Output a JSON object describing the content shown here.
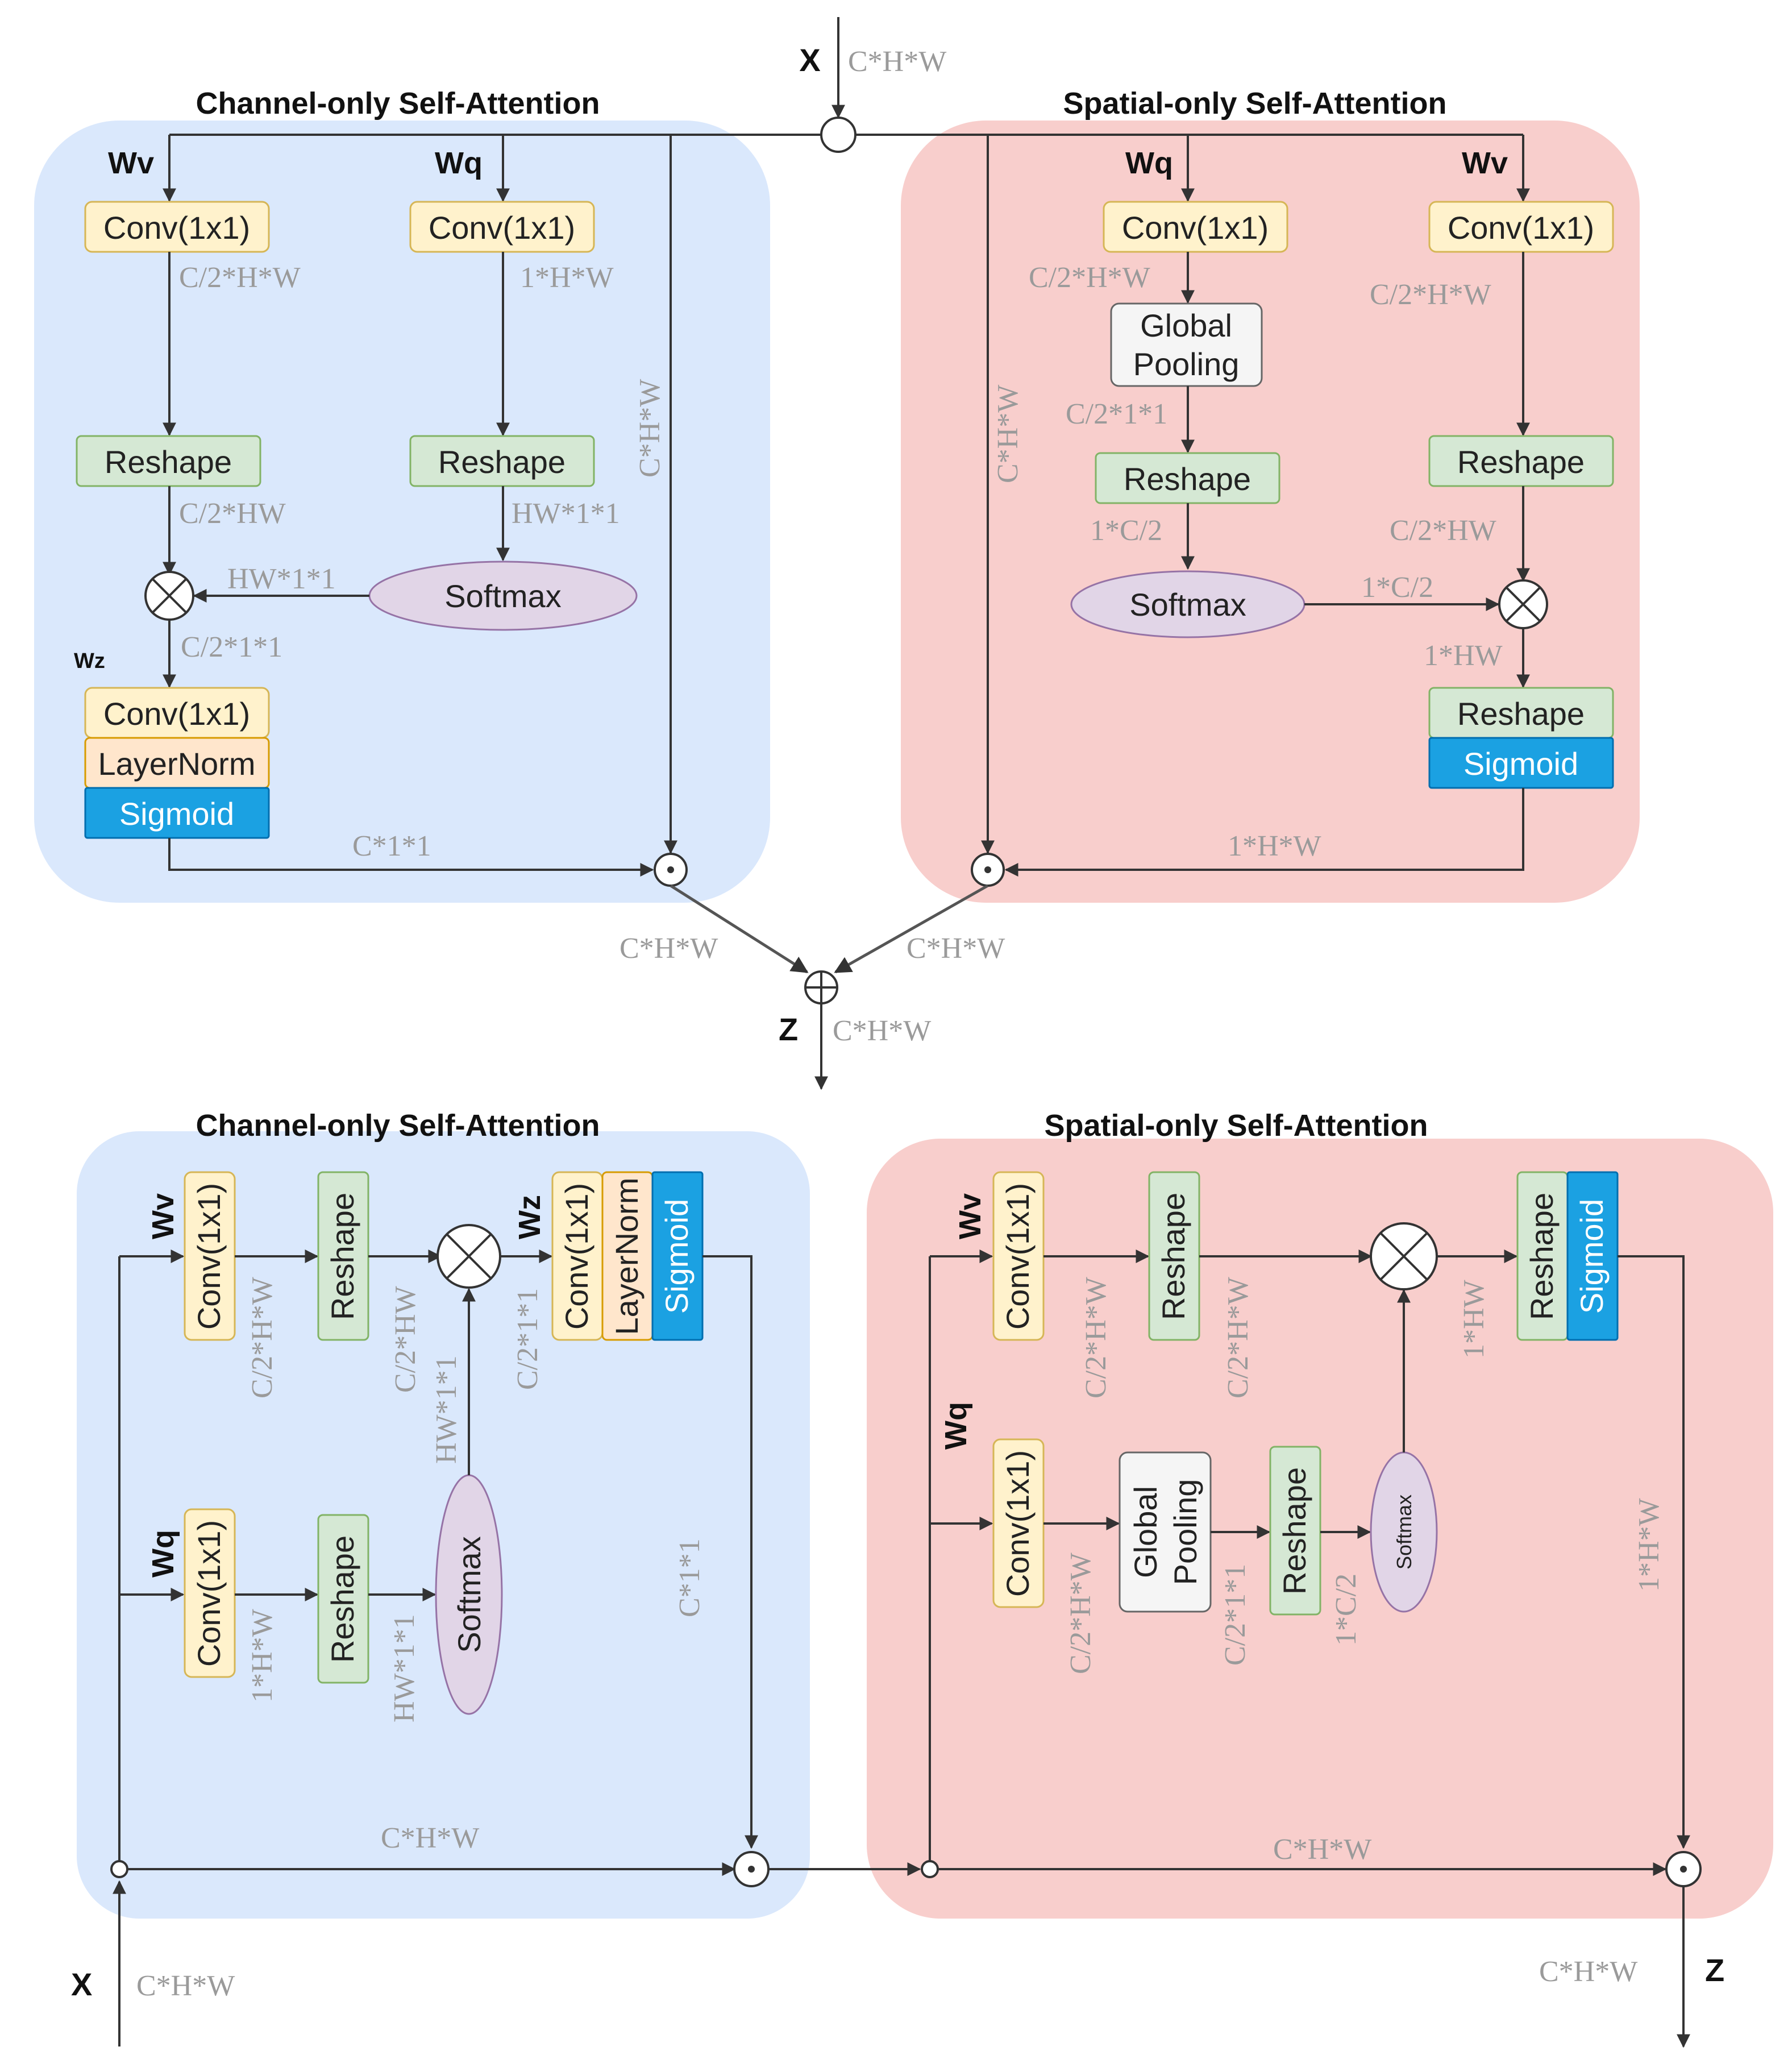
{
  "top": {
    "input_label": "X",
    "input_dim": "C*H*W",
    "output_label": "Z",
    "output_dim": "C*H*W",
    "merge_left_dim": "C*H*W",
    "merge_right_dim": "C*H*W",
    "channel": {
      "title": "Channel-only Self-Attention",
      "wv_label": "Wv",
      "wq_label": "Wq",
      "wz_label": "Wz",
      "conv_v": "Conv(1x1)",
      "conv_q": "Conv(1x1)",
      "reshape_v": "Reshape",
      "reshape_q": "Reshape",
      "softmax": "Softmax",
      "conv_z": "Conv(1x1)",
      "layernorm": "LayerNorm",
      "sigmoid": "Sigmoid",
      "dim_conv_v": "C/2*H*W",
      "dim_conv_q": "1*H*W",
      "dim_reshape_v": "C/2*HW",
      "dim_reshape_q": "HW*1*1",
      "dim_softmax": "HW*1*1",
      "dim_mult": "C/2*1*1",
      "dim_bypass": "C*H*W",
      "dim_out": "C*1*1"
    },
    "spatial": {
      "title": "Spatial-only Self-Attention",
      "wq_label": "Wq",
      "wv_label": "Wv",
      "conv_q": "Conv(1x1)",
      "conv_v": "Conv(1x1)",
      "pool_line1": "Global",
      "pool_line2": "Pooling",
      "reshape_q": "Reshape",
      "reshape_v": "Reshape",
      "softmax": "Softmax",
      "reshape_out": "Reshape",
      "sigmoid": "Sigmoid",
      "dim_conv_q": "C/2*H*W",
      "dim_pool": "C/2*1*1",
      "dim_reshape_q": "1*C/2",
      "dim_softmax": "1*C/2",
      "dim_conv_v": "C/2*H*W",
      "dim_reshape_v": "C/2*HW",
      "dim_mult": "1*HW",
      "dim_bypass": "C*H*W",
      "dim_out": "1*H*W"
    }
  },
  "bottom": {
    "input_label": "X",
    "input_dim": "C*H*W",
    "output_label": "Z",
    "output_dim": "C*H*W",
    "channel": {
      "title": "Channel-only Self-Attention",
      "wv_label": "Wv",
      "wq_label": "Wq",
      "wz_label": "Wz",
      "conv_v": "Conv(1x1)",
      "reshape_v": "Reshape",
      "conv_z": "Conv(1x1)",
      "layernorm": "LayerNorm",
      "sigmoid": "Sigmoid",
      "conv_q": "Conv(1x1)",
      "reshape_q": "Reshape",
      "softmax": "Softmax",
      "dim_conv_v": "C/2*H*W",
      "dim_reshape_v": "C/2*HW",
      "dim_mult": "C/2*1*1",
      "dim_softmax_out": "HW*1*1",
      "dim_conv_q": "1*H*W",
      "dim_reshape_q": "HW*1*1",
      "dim_out": "C*1*1",
      "dim_bypass": "C*H*W"
    },
    "spatial": {
      "title": "Spatial-only Self-Attention",
      "wv_label": "Wv",
      "wq_label": "Wq",
      "conv_v": "Conv(1x1)",
      "reshape_v": "Reshape",
      "reshape_out": "Reshape",
      "sigmoid": "Sigmoid",
      "conv_q": "Conv(1x1)",
      "pool_line1": "Global",
      "pool_line2": "Pooling",
      "reshape_q": "Reshape",
      "softmax": "Softmax",
      "dim_conv_v": "C/2*H*W",
      "dim_reshape_v": "C/2*H*W",
      "dim_mult": "1*HW",
      "dim_conv_q": "C/2*H*W",
      "dim_pool": "C/2*1*1",
      "dim_reshape_q": "1*C/2",
      "dim_out": "1*H*W",
      "dim_bypass": "C*H*W"
    }
  },
  "colors": {
    "channel_panel": "#dae8fc",
    "spatial_panel": "#f8cecc",
    "conv_fill": "#fff2cc",
    "conv_stroke": "#d6b656",
    "reshape_fill": "#d5e8d4",
    "reshape_stroke": "#82b366",
    "softmax_fill": "#e1d5e7",
    "softmax_stroke": "#9673a6",
    "layernorm_fill": "#ffe6cc",
    "layernorm_stroke": "#d79b00",
    "sigmoid_fill": "#1ba1e2",
    "sigmoid_stroke": "#006eaf",
    "pool_fill": "#f5f5f5",
    "pool_stroke": "#666666",
    "dim_text": "#9a9a9a"
  }
}
